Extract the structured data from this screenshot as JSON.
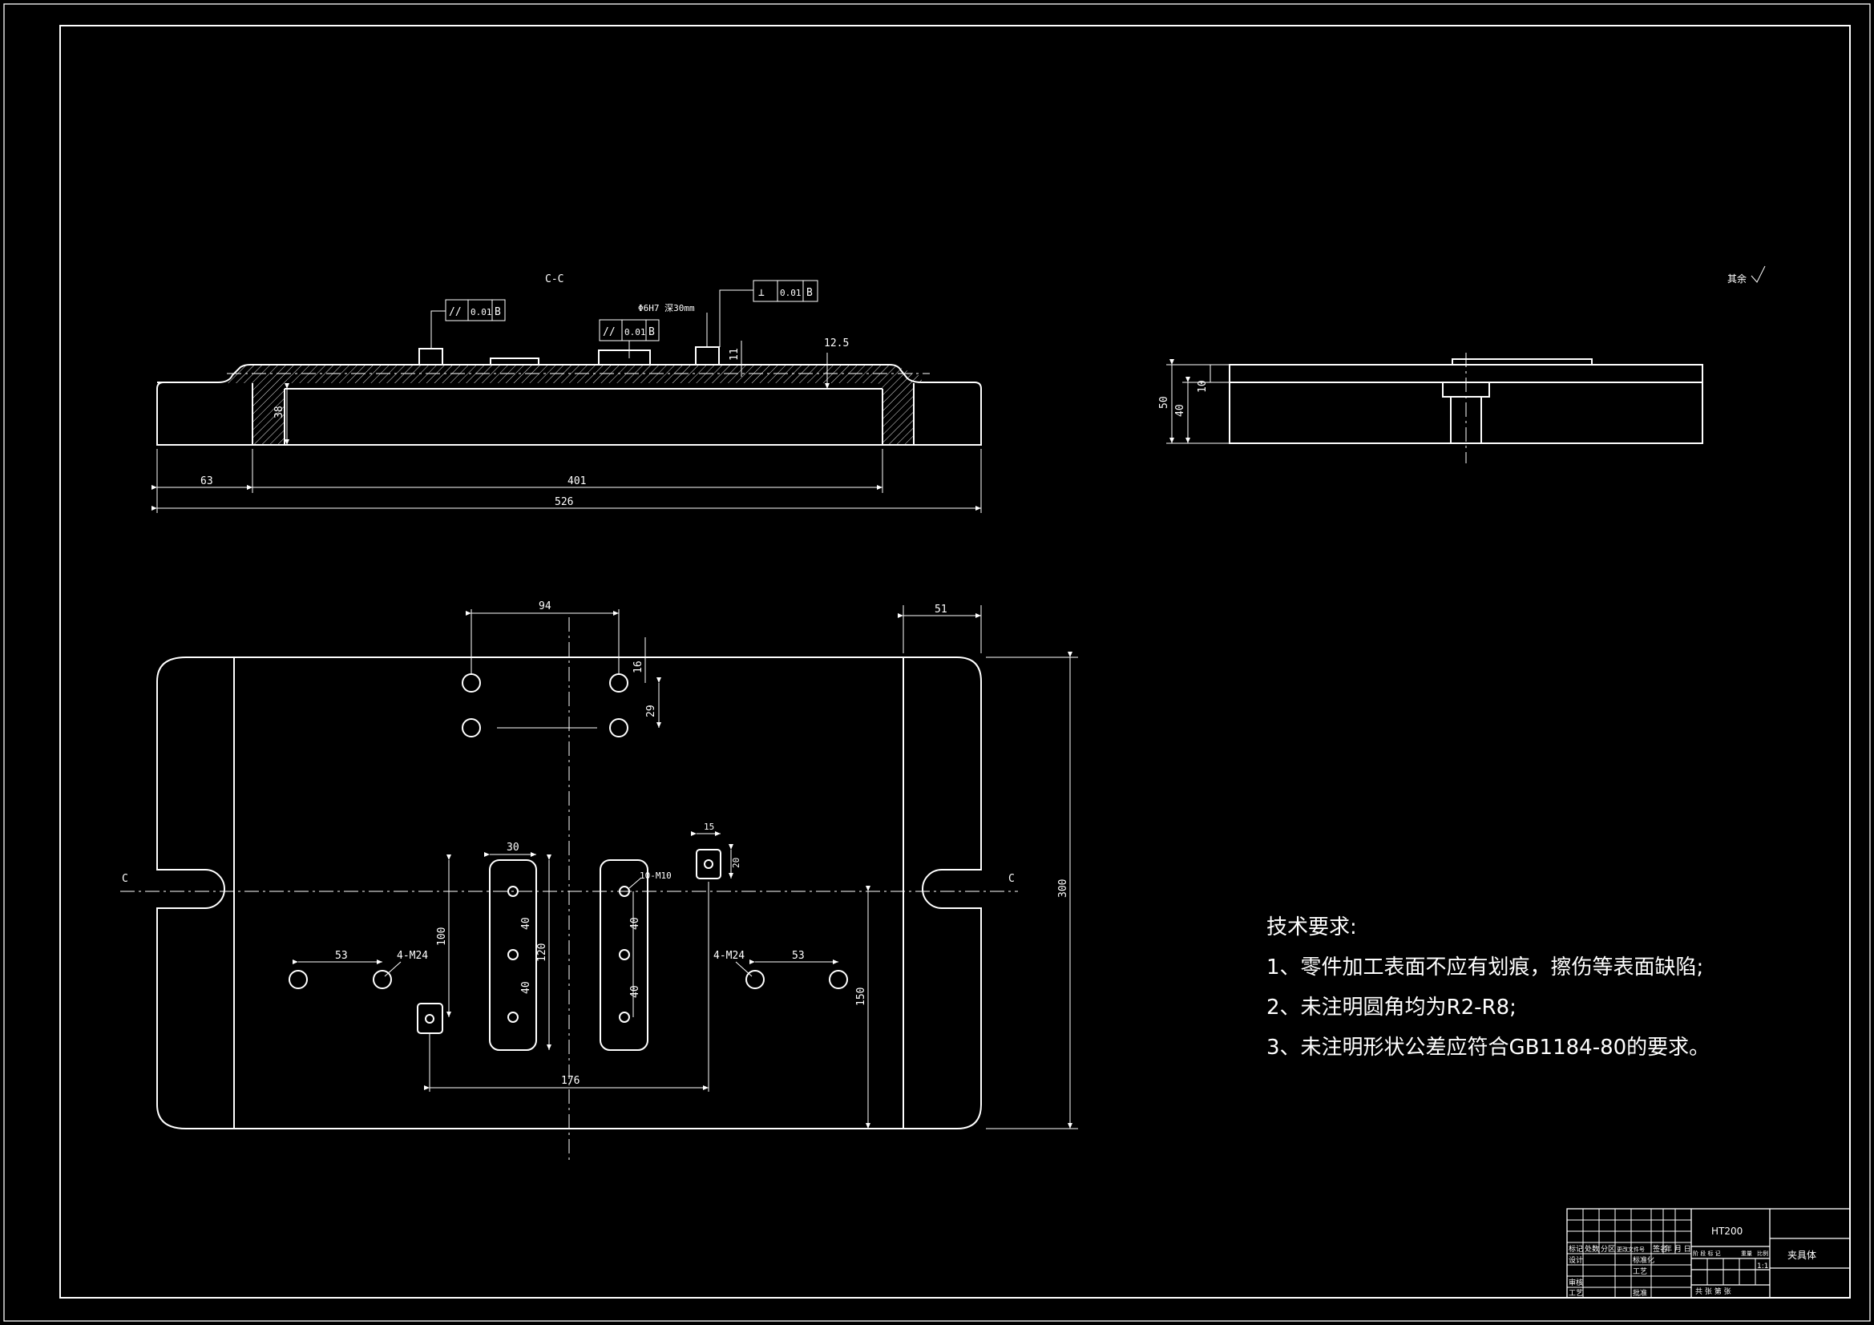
{
  "dims": {
    "front_width": "526",
    "front_left_offset": "63",
    "front_inner": "401",
    "front_height": "38",
    "front_thick": "12.5",
    "front_step": "11",
    "side_total": "50",
    "side_body": "40",
    "side_step": "10",
    "hole_spacing": "94",
    "edge_offset": "51",
    "hole_v1": "16",
    "hole_v2": "29",
    "plate_height": "300",
    "m24_spacing_left": "53",
    "m24_spacing_right": "53",
    "slot_width": "30",
    "key_width": "15",
    "key_height": "20",
    "slot_length_left": "100",
    "slot_inner_120": "120",
    "slot_pitch_a": "40",
    "slot_pitch_b": "40",
    "slot_pitch_c": "40",
    "slot_pitch_d": "40",
    "span_176": "176",
    "right_150": "150"
  },
  "labels": {
    "section": "C-C",
    "section_mark_left": "C",
    "section_mark_right": "C",
    "m24_left": "4-M24",
    "m24_right": "4-M24",
    "m10": "10-M10",
    "pin_note": "Φ6H7 深30mm",
    "roughness": "其余"
  },
  "tolerances": {
    "parallel_1": {
      "symbol": "//",
      "value": "0.01",
      "datum": "B"
    },
    "parallel_2": {
      "symbol": "//",
      "value": "0.01",
      "datum": "B"
    },
    "perpendicular": {
      "symbol": "⊥",
      "value": "0.01",
      "datum": "B"
    }
  },
  "notes": {
    "title": "技术要求:",
    "items": [
      "1、零件加工表面不应有划痕，擦伤等表面缺陷;",
      "2、未注明圆角均为R2-R8;",
      "3、未注明形状公差应符合GB1184-80的要求。"
    ]
  },
  "title_block": {
    "material": "HT200",
    "part_name": "夹具体",
    "scale": "1:1",
    "row_labels": [
      "标记",
      "处数",
      "分区",
      "更改文件号",
      "签名",
      "年 月 日"
    ],
    "designer": "设计",
    "standard": "标准化",
    "review": "审核",
    "process": "工艺",
    "approve": "批准",
    "stage": "阶 段 标 记",
    "weight": "重量",
    "ratio": "比例",
    "sheets": "共 张 第 张"
  }
}
